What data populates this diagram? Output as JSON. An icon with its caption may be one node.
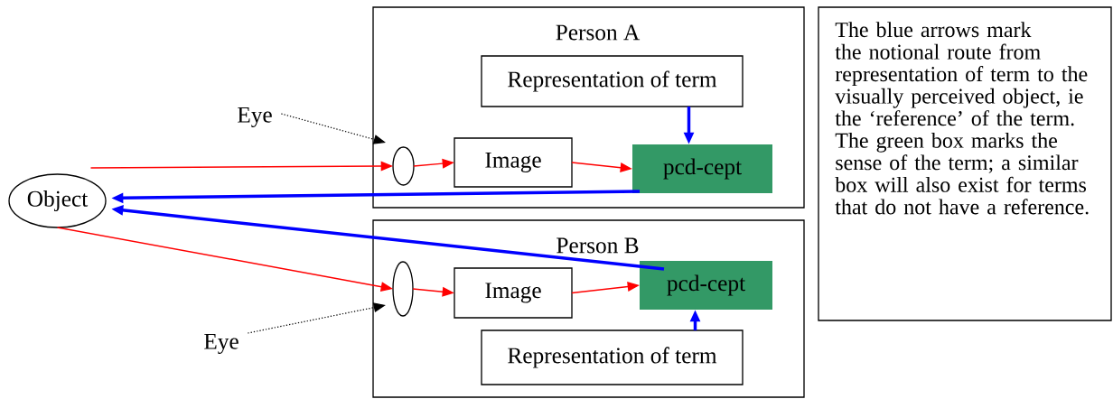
{
  "diagram": {
    "nodes": [
      {
        "text": [
          "Person A"
        ]
      },
      {
        "text": [
          "Representation of term"
        ],
        "in": 0
      },
      {
        "text": [],
        "shape": "ellipse",
        "in": 0
      },
      {
        "text": [
          "Image"
        ],
        "in": 0
      },
      {
        "text": [
          "pcd-cept"
        ],
        "in": 0
      },
      {
        "text": [
          "Person B"
        ]
      },
      {
        "text": [],
        "shape": "ellipse",
        "in": 5
      },
      {
        "text": [
          "Image"
        ],
        "in": 5
      },
      {
        "text": [
          "pcd-cept"
        ],
        "in": 5
      },
      {
        "text": [
          "Representation of term"
        ],
        "in": 5
      },
      {
        "text": [
          "Object"
        ]
      },
      {
        "text": [
          "Eye"
        ]
      },
      {
        "text": [
          "Eye"
        ]
      },
      {
        "text": [
          "The blue arrows mark the notional route from representation of term to the visually perceived object, ie the ‘reference’ of the term. The green box marks the sense of the term; a similar box will also exist for terms that do not have a reference."
        ]
      }
    ],
    "edges": [
      {
        "from": 10,
        "to": 2,
        "arrow": "to"
      },
      {
        "from": 2,
        "to": 3,
        "arrow": "to"
      },
      {
        "from": 3,
        "to": 4,
        "arrow": "to"
      },
      {
        "from": 1,
        "to": 4,
        "arrow": "to",
        "style": "thick",
        "color": "#0000ff"
      },
      {
        "from": 4,
        "to": 10,
        "arrow": "to",
        "style": "thick",
        "color": "#0000ff"
      },
      {
        "from": 10,
        "to": 6,
        "arrow": "to"
      },
      {
        "from": 6,
        "to": 7,
        "arrow": "to"
      },
      {
        "from": 7,
        "to": 8,
        "arrow": "to"
      },
      {
        "from": 9,
        "to": 8,
        "arrow": "to",
        "style": "thick",
        "color": "#0000ff"
      },
      {
        "from": 8,
        "to": 10,
        "arrow": "to",
        "style": "thick",
        "color": "#0000ff"
      },
      {
        "from": 11,
        "to": 2,
        "arrow": "to",
        "style": "dashed",
        "color": "#000000"
      },
      {
        "from": 12,
        "to": 6,
        "arrow": "to",
        "style": "dashed",
        "color": "#000000"
      }
    ]
  }
}
